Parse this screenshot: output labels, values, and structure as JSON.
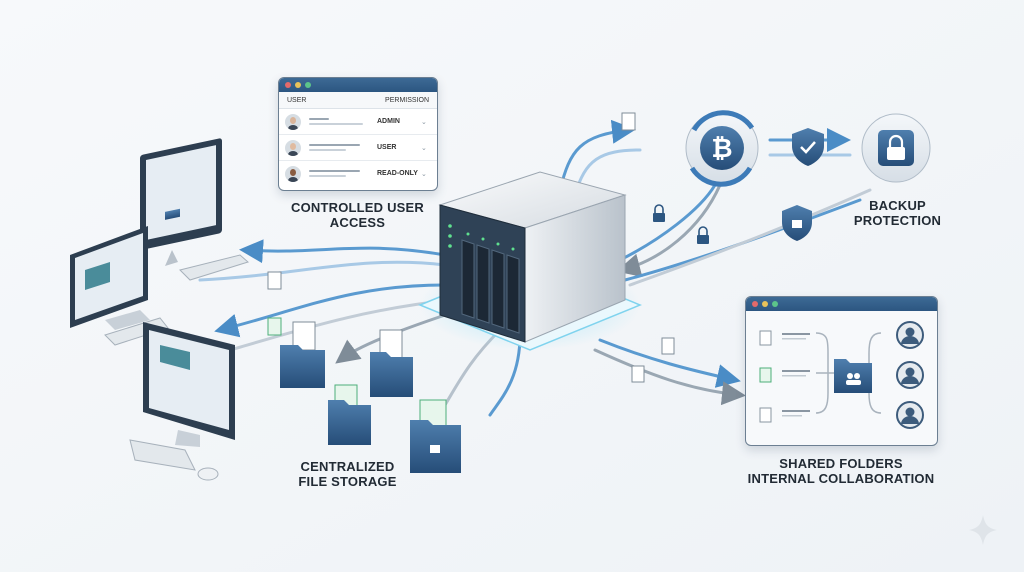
{
  "user_access": {
    "columns": [
      "USER",
      "PERMISSION"
    ],
    "rows": [
      {
        "permission": "ADMIN",
        "skin": "#d9b49a"
      },
      {
        "permission": "USER",
        "skin": "#e0bba0"
      },
      {
        "permission": "READ-ONLY",
        "skin": "#8a5d42"
      }
    ],
    "caption_line1": "CONTROLLED USER",
    "caption_line2": "ACCESS"
  },
  "backup": {
    "caption_line1": "BACKUP",
    "caption_line2": "PROTECTION"
  },
  "storage": {
    "caption_line1": "CENTRALIZED",
    "caption_line2": "FILE STORAGE"
  },
  "shared": {
    "caption_line1": "SHARED FOLDERS",
    "caption_line2": "INTERNAL COLLABORATION"
  },
  "icons": [
    "desktop-monitor-icon",
    "nas-server-icon",
    "bitcoin-sync-icon",
    "shield-check-icon",
    "lock-icon",
    "folder-icon",
    "document-icon",
    "spreadsheet-icon",
    "user-icon",
    "sparkle-icon"
  ],
  "colors": {
    "accent": "#2c5681",
    "flow": "#5a9ad0",
    "glow": "#8fd8f0",
    "green": "#4caf7a"
  }
}
